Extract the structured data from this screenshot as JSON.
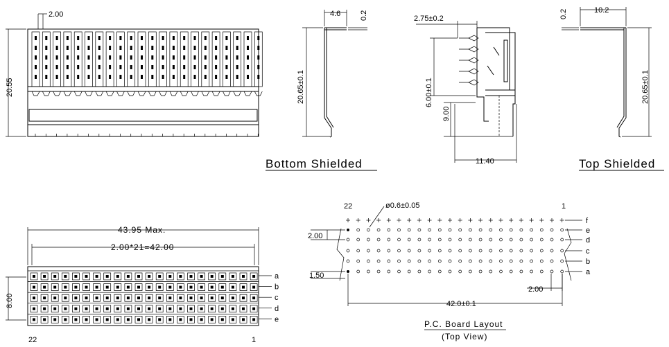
{
  "front_view": {
    "pitch_dim": "2.00",
    "height_dim": "20.55"
  },
  "bottom_shielded": {
    "width_dim": "4.6",
    "thickness_dim": "0.2",
    "height_dim": "20.65±0.1",
    "title": "Bottom Shielded"
  },
  "side_view": {
    "top_dim": "2.75±0.2",
    "pin_dim": "6.00±0.1",
    "height_dim": "9.00",
    "width_dim": "11.40"
  },
  "top_shielded": {
    "width_dim": "10.2",
    "thickness_dim": "0.2",
    "height_dim": "20.65±0.1",
    "title": "Top Shielded"
  },
  "top_view": {
    "max_dim": "43.95 Max.",
    "pitch_dim": "2.00*21=42.00",
    "height_dim": "8.00",
    "rows": [
      "a",
      "b",
      "c",
      "d",
      "e"
    ],
    "pin_left": "22",
    "pin_right": "1"
  },
  "pcb_layout": {
    "hole_dim": "ø0.6±0.05",
    "pin_left": "22",
    "pin_right": "1",
    "rows": [
      "f",
      "e",
      "d",
      "c",
      "b",
      "a"
    ],
    "row_pitch_dim": "2.00",
    "offset_dim": "1.50",
    "col_pitch_dim": "2.00",
    "length_dim": "42.0±0.1",
    "title": "P.C. Board Layout",
    "subtitle": "(Top View)"
  }
}
